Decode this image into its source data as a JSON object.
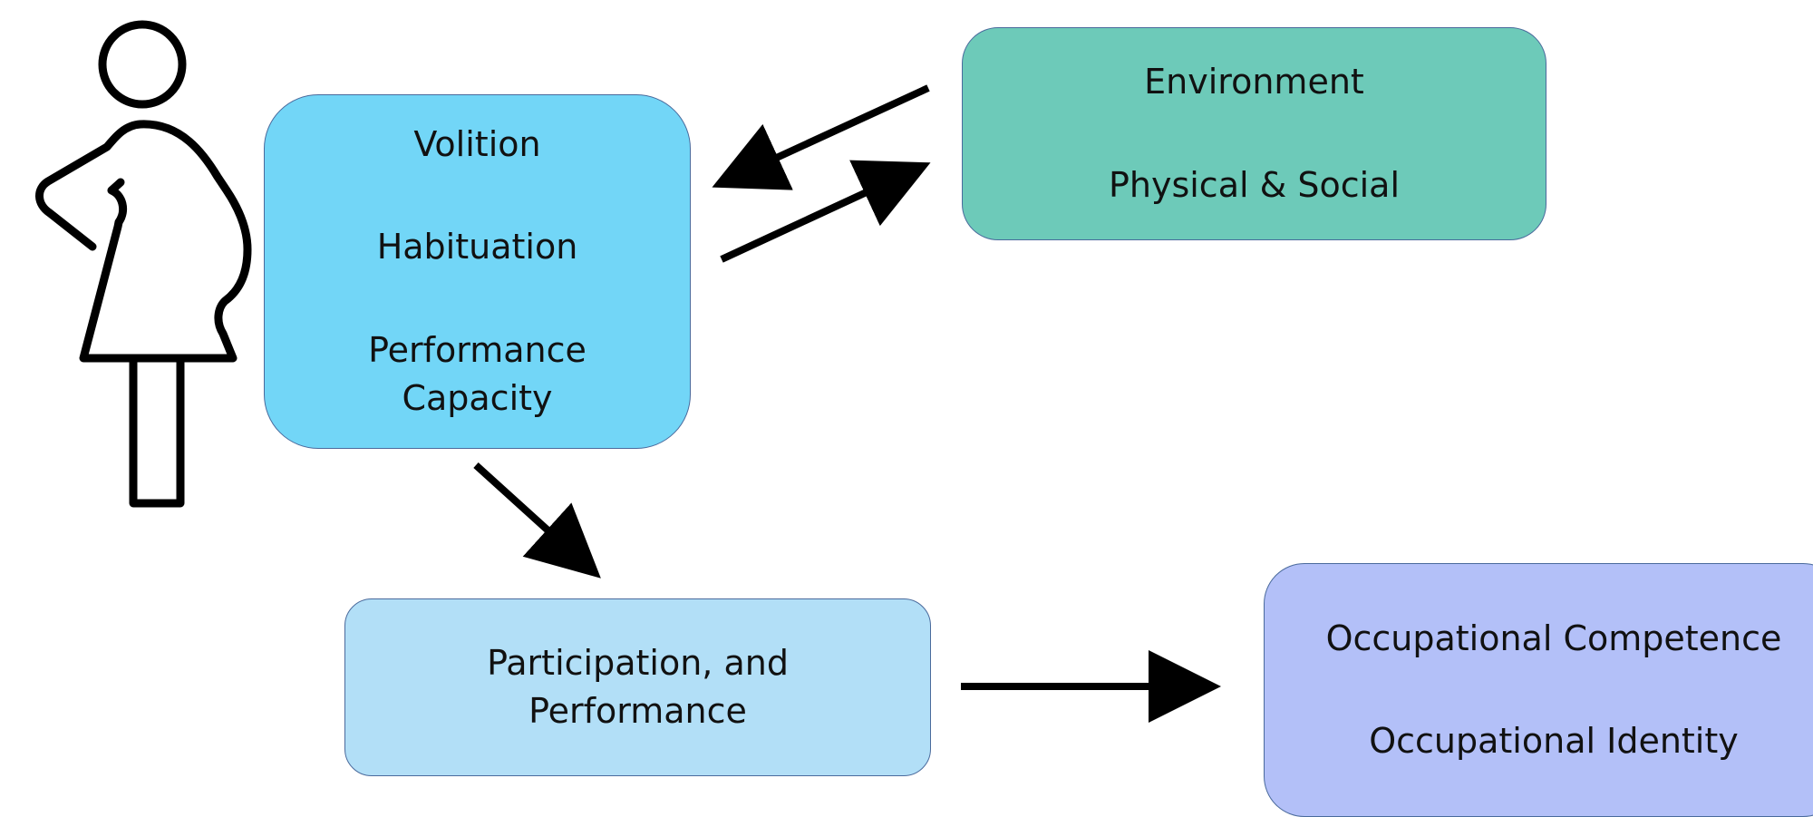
{
  "diagram": {
    "nodes": {
      "model": {
        "lines": [
          "Volition",
          "Habituation",
          "Performance",
          "Capacity"
        ],
        "color": "#72d6f7"
      },
      "environment": {
        "lines": [
          "Environment",
          "Physical & Social"
        ],
        "color": "#6dcab9"
      },
      "participation": {
        "lines": [
          "Participation, and",
          "Performance"
        ],
        "color": "#b2dff7"
      },
      "outcomes": {
        "lines": [
          "Occupational Competence",
          "Occupational Identity"
        ],
        "color": "#b3c0f8"
      }
    },
    "edges": [
      {
        "from": "environment",
        "to": "model"
      },
      {
        "from": "model",
        "to": "environment"
      },
      {
        "from": "model",
        "to": "participation"
      },
      {
        "from": "participation",
        "to": "outcomes"
      }
    ],
    "icon": "pregnant-person-icon",
    "arrow_color": "#000000"
  }
}
